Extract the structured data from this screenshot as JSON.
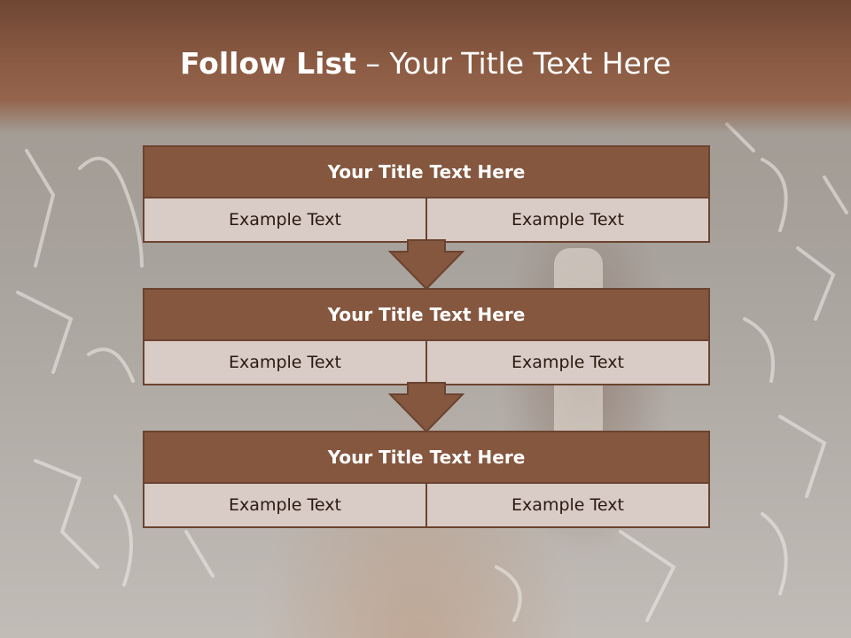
{
  "colors": {
    "header": "#8a5a42",
    "box_title": "#85573f",
    "box_border": "#6b4330",
    "cell_bg": "#d9cbc5"
  },
  "slide": {
    "title_bold": "Follow List",
    "title_rest": "– Your Title Text Here"
  },
  "steps": [
    {
      "title": "Your Title Text Here",
      "left": "Example Text",
      "right": "Example Text"
    },
    {
      "title": "Your Title Text Here",
      "left": "Example Text",
      "right": "Example Text"
    },
    {
      "title": "Your Title Text Here",
      "left": "Example Text",
      "right": "Example Text"
    }
  ]
}
